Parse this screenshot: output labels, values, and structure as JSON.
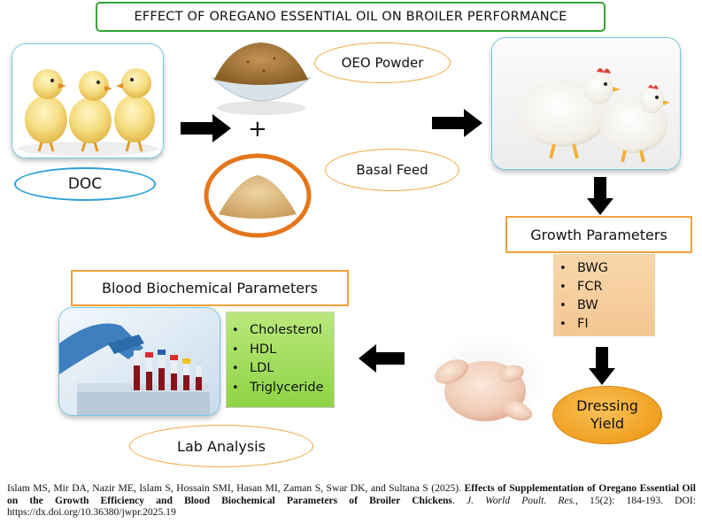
{
  "title": "EFFECT OF OREGANO ESSENTIAL OIL ON BROILER PERFORMANCE",
  "labels": {
    "doc": "DOC",
    "oeo_powder": "OEO Powder",
    "basal_feed": "Basal Feed",
    "plus": "+",
    "growth_parameters": "Growth Parameters",
    "blood_biochemical_parameters": "Blood Biochemical Parameters",
    "dressing_yield_line1": "Dressing",
    "dressing_yield_line2": "Yield",
    "lab_analysis": "Lab Analysis"
  },
  "growth_items": [
    "BWG",
    "FCR",
    "BW",
    "FI"
  ],
  "blood_items": [
    "Cholesterol",
    "HDL",
    "LDL",
    "Triglyceride"
  ],
  "citation": {
    "authors": "Islam MS, Mir DA, Nazir ME, Islam S, Hossain SMI, Hasan MI, Zaman S, Swar DK, and Sultana S (2025).",
    "title": "Effects of Supplementation of Oregano Essential Oil on the Growth Efficiency and Blood Biochemical Parameters of Broiler Chickens",
    "journal": "J. World Poult. Res.,",
    "details": "15(2): 184-193. DOI: https://dx.doi.org/10.36380/jwpr.2025.19"
  },
  "colors": {
    "title_border": "#37a437",
    "panel_border": "#77c6e0",
    "orange_border": "#f2a23c",
    "growth_fill": "#f6cf9e",
    "blood_fill": "#a3de5e",
    "dressing_fill": "#f0a020",
    "arrow": "#000000"
  },
  "icons": [
    "chicks-image",
    "oregano-powder-image",
    "basal-feed-image",
    "broiler-chickens-image",
    "raw-chicken-image",
    "lab-tubes-image",
    "right-arrow-icon",
    "down-arrow-icon",
    "left-arrow-icon"
  ]
}
